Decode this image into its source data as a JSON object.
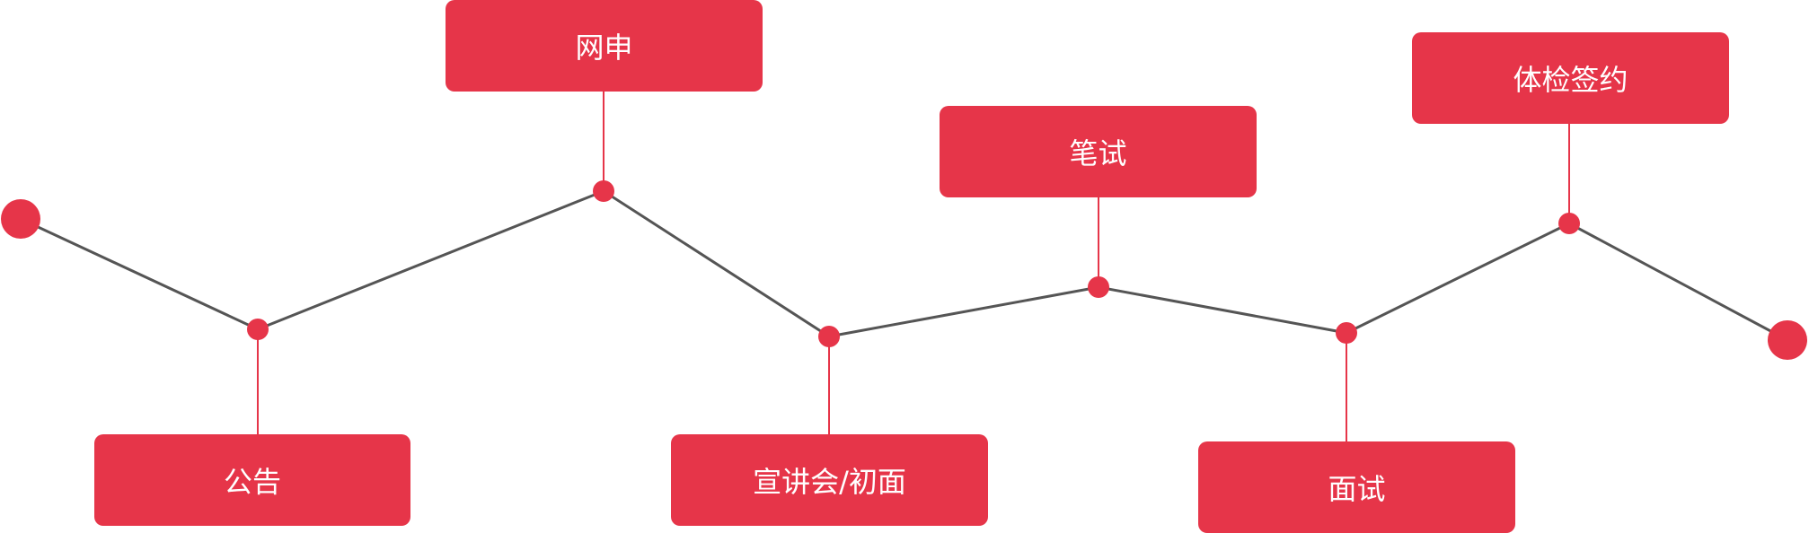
{
  "title": "招聘流程",
  "colors": {
    "accent": "#e63549",
    "line": "#555555"
  },
  "steps": [
    {
      "label": "公告",
      "position": "below"
    },
    {
      "label": "网申",
      "position": "above"
    },
    {
      "label": "宣讲会/初面",
      "position": "below"
    },
    {
      "label": "笔试",
      "position": "above"
    },
    {
      "label": "面试",
      "position": "below"
    },
    {
      "label": "体检签约",
      "position": "above"
    }
  ]
}
